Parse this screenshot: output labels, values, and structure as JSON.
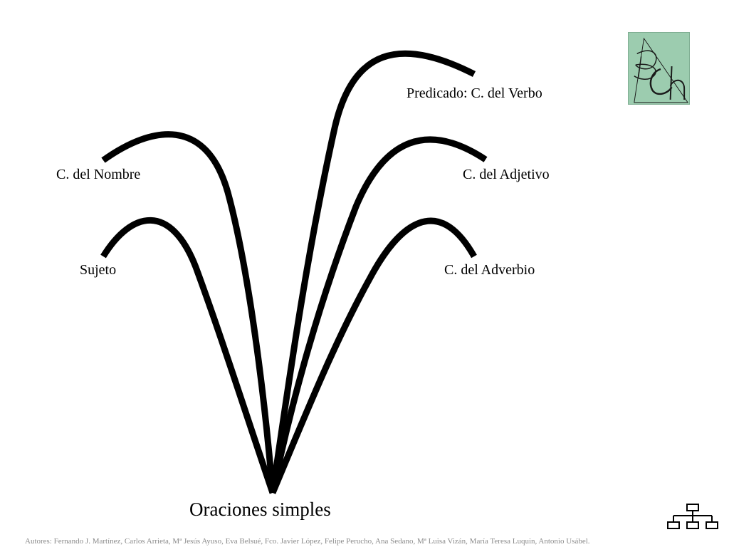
{
  "diagram": {
    "root": "Oraciones simples",
    "branches": {
      "predicado": "Predicado: C. del Verbo",
      "nombre": "C. del Nombre",
      "adjetivo": "C. del Adjetivo",
      "sujeto": "Sujeto",
      "adverbio": "C. del Adverbio"
    }
  },
  "logo": {
    "text": "BCh",
    "background": "#9cccaf"
  },
  "nav": {
    "icon": "sitemap-icon"
  },
  "footer": {
    "authors": "Autores: Fernando J. Martínez, Carlos Arrieta, Mª Jesús Ayuso, Eva Belsué, Fco. Javier López, Felipe Perucho, Ana Sedano, Mª Luisa Vizán, María Teresa Luquin, Antonio Usábel."
  }
}
